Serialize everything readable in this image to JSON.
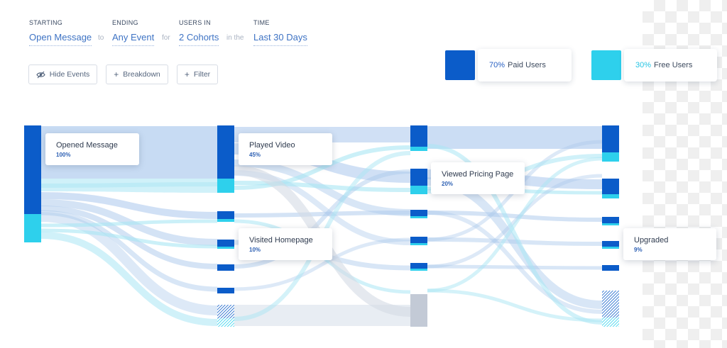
{
  "query": {
    "starting": {
      "label": "STARTING",
      "value": "Open Message"
    },
    "conn_to": "to",
    "ending": {
      "label": "ENDING",
      "value": "Any Event"
    },
    "conn_for": "for",
    "users_in": {
      "label": "USERS IN",
      "value": "2 Cohorts"
    },
    "conn_in_the": "in the",
    "time": {
      "label": "TIME",
      "value": "Last 30 Days"
    }
  },
  "toolbar": {
    "hide_events": "Hide Events",
    "breakdown": "Breakdown",
    "filter": "Filter"
  },
  "legend": [
    {
      "pct": "70%",
      "label": "Paid Users",
      "color": "#0b5cc9",
      "text_color": "#2a62c4"
    },
    {
      "pct": "30%",
      "label": "Free Users",
      "color": "#2ed0ec",
      "text_color": "#26c4e3"
    }
  ],
  "colors": {
    "paid": "#0b5cc9",
    "free": "#2ed0ec",
    "flow_paid": "#a9c7ec",
    "flow_free": "#a9e6f4",
    "exit_gray": "#c3cad6"
  },
  "callouts": {
    "opened_message": {
      "title": "Opened Message",
      "pct": "100%"
    },
    "played_video": {
      "title": "Played Video",
      "pct": "45%"
    },
    "visited_homepage": {
      "title": "Visited Homepage",
      "pct": "10%"
    },
    "viewed_pricing_page": {
      "title": "Viewed Pricing Page",
      "pct": "20%"
    },
    "upgraded": {
      "title": "Upgraded",
      "pct": "9%"
    }
  }
}
